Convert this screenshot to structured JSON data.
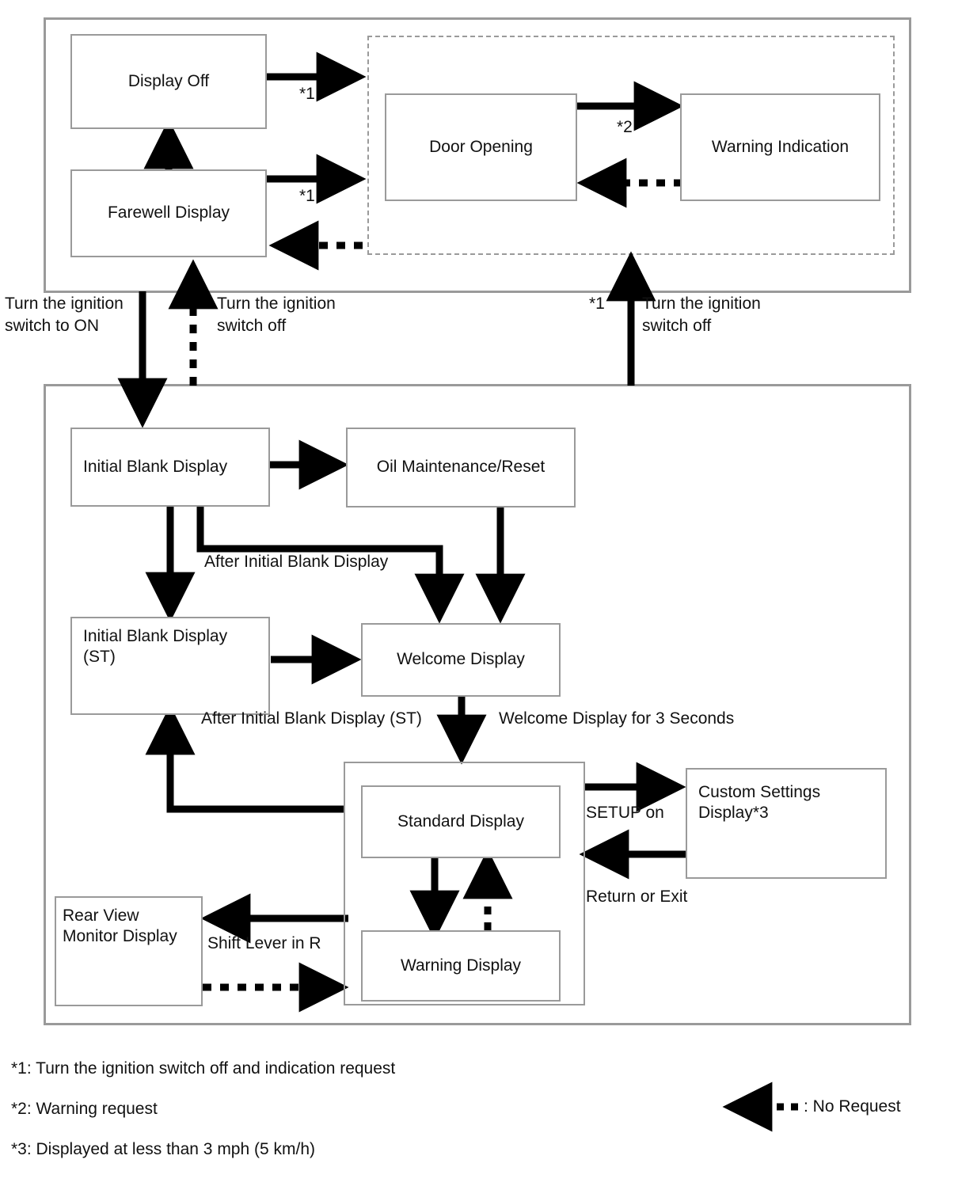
{
  "diagram": {
    "title_absent": true,
    "nodes": {
      "display_off": "Display Off",
      "farewell_display": "Farewell Display",
      "door_opening": "Door Opening",
      "warning_indication": "Warning Indication",
      "initial_blank_display": "Initial Blank Display",
      "oil_maintenance_reset": "Oil Maintenance/Reset",
      "initial_blank_display_st": "Initial Blank Display\n(ST)",
      "welcome_display": "Welcome Display",
      "standard_display": "Standard Display",
      "warning_display": "Warning Display",
      "custom_settings_display": "Custom Settings\nDisplay*3",
      "rear_view_monitor_display": "Rear View\nMonitor Display"
    },
    "edge_labels": {
      "display_off_to_group": "*1",
      "farewell_to_group": "*1",
      "door_to_warning": "*2",
      "ign_on": "Turn the ignition\nswitch to ON",
      "ign_off_left": "Turn the ignition\nswitch off",
      "ign_off_right_star": "*1",
      "ign_off_right": "Turn the ignition\nswitch off",
      "after_initial_blank_display": "After Initial Blank Display",
      "after_initial_blank_display_st": "After Initial Blank Display (ST)",
      "welcome_display_3s": "Welcome Display for 3 Seconds",
      "setup_on": "SETUP on",
      "return_or_exit": "Return or Exit",
      "shift_lever_in_r": "Shift Lever in R"
    },
    "footnotes": [
      "*1: Turn the ignition switch off and indication request",
      "*2: Warning request",
      "*3: Displayed at less than 3 mph (5 km/h)"
    ],
    "legend": {
      "no_request_label": ": No Request"
    },
    "colors": {
      "line": "#000000",
      "box_border": "#9a9a9a",
      "panel_border": "#9a9a9a",
      "text": "#111111",
      "background": "#ffffff"
    }
  }
}
